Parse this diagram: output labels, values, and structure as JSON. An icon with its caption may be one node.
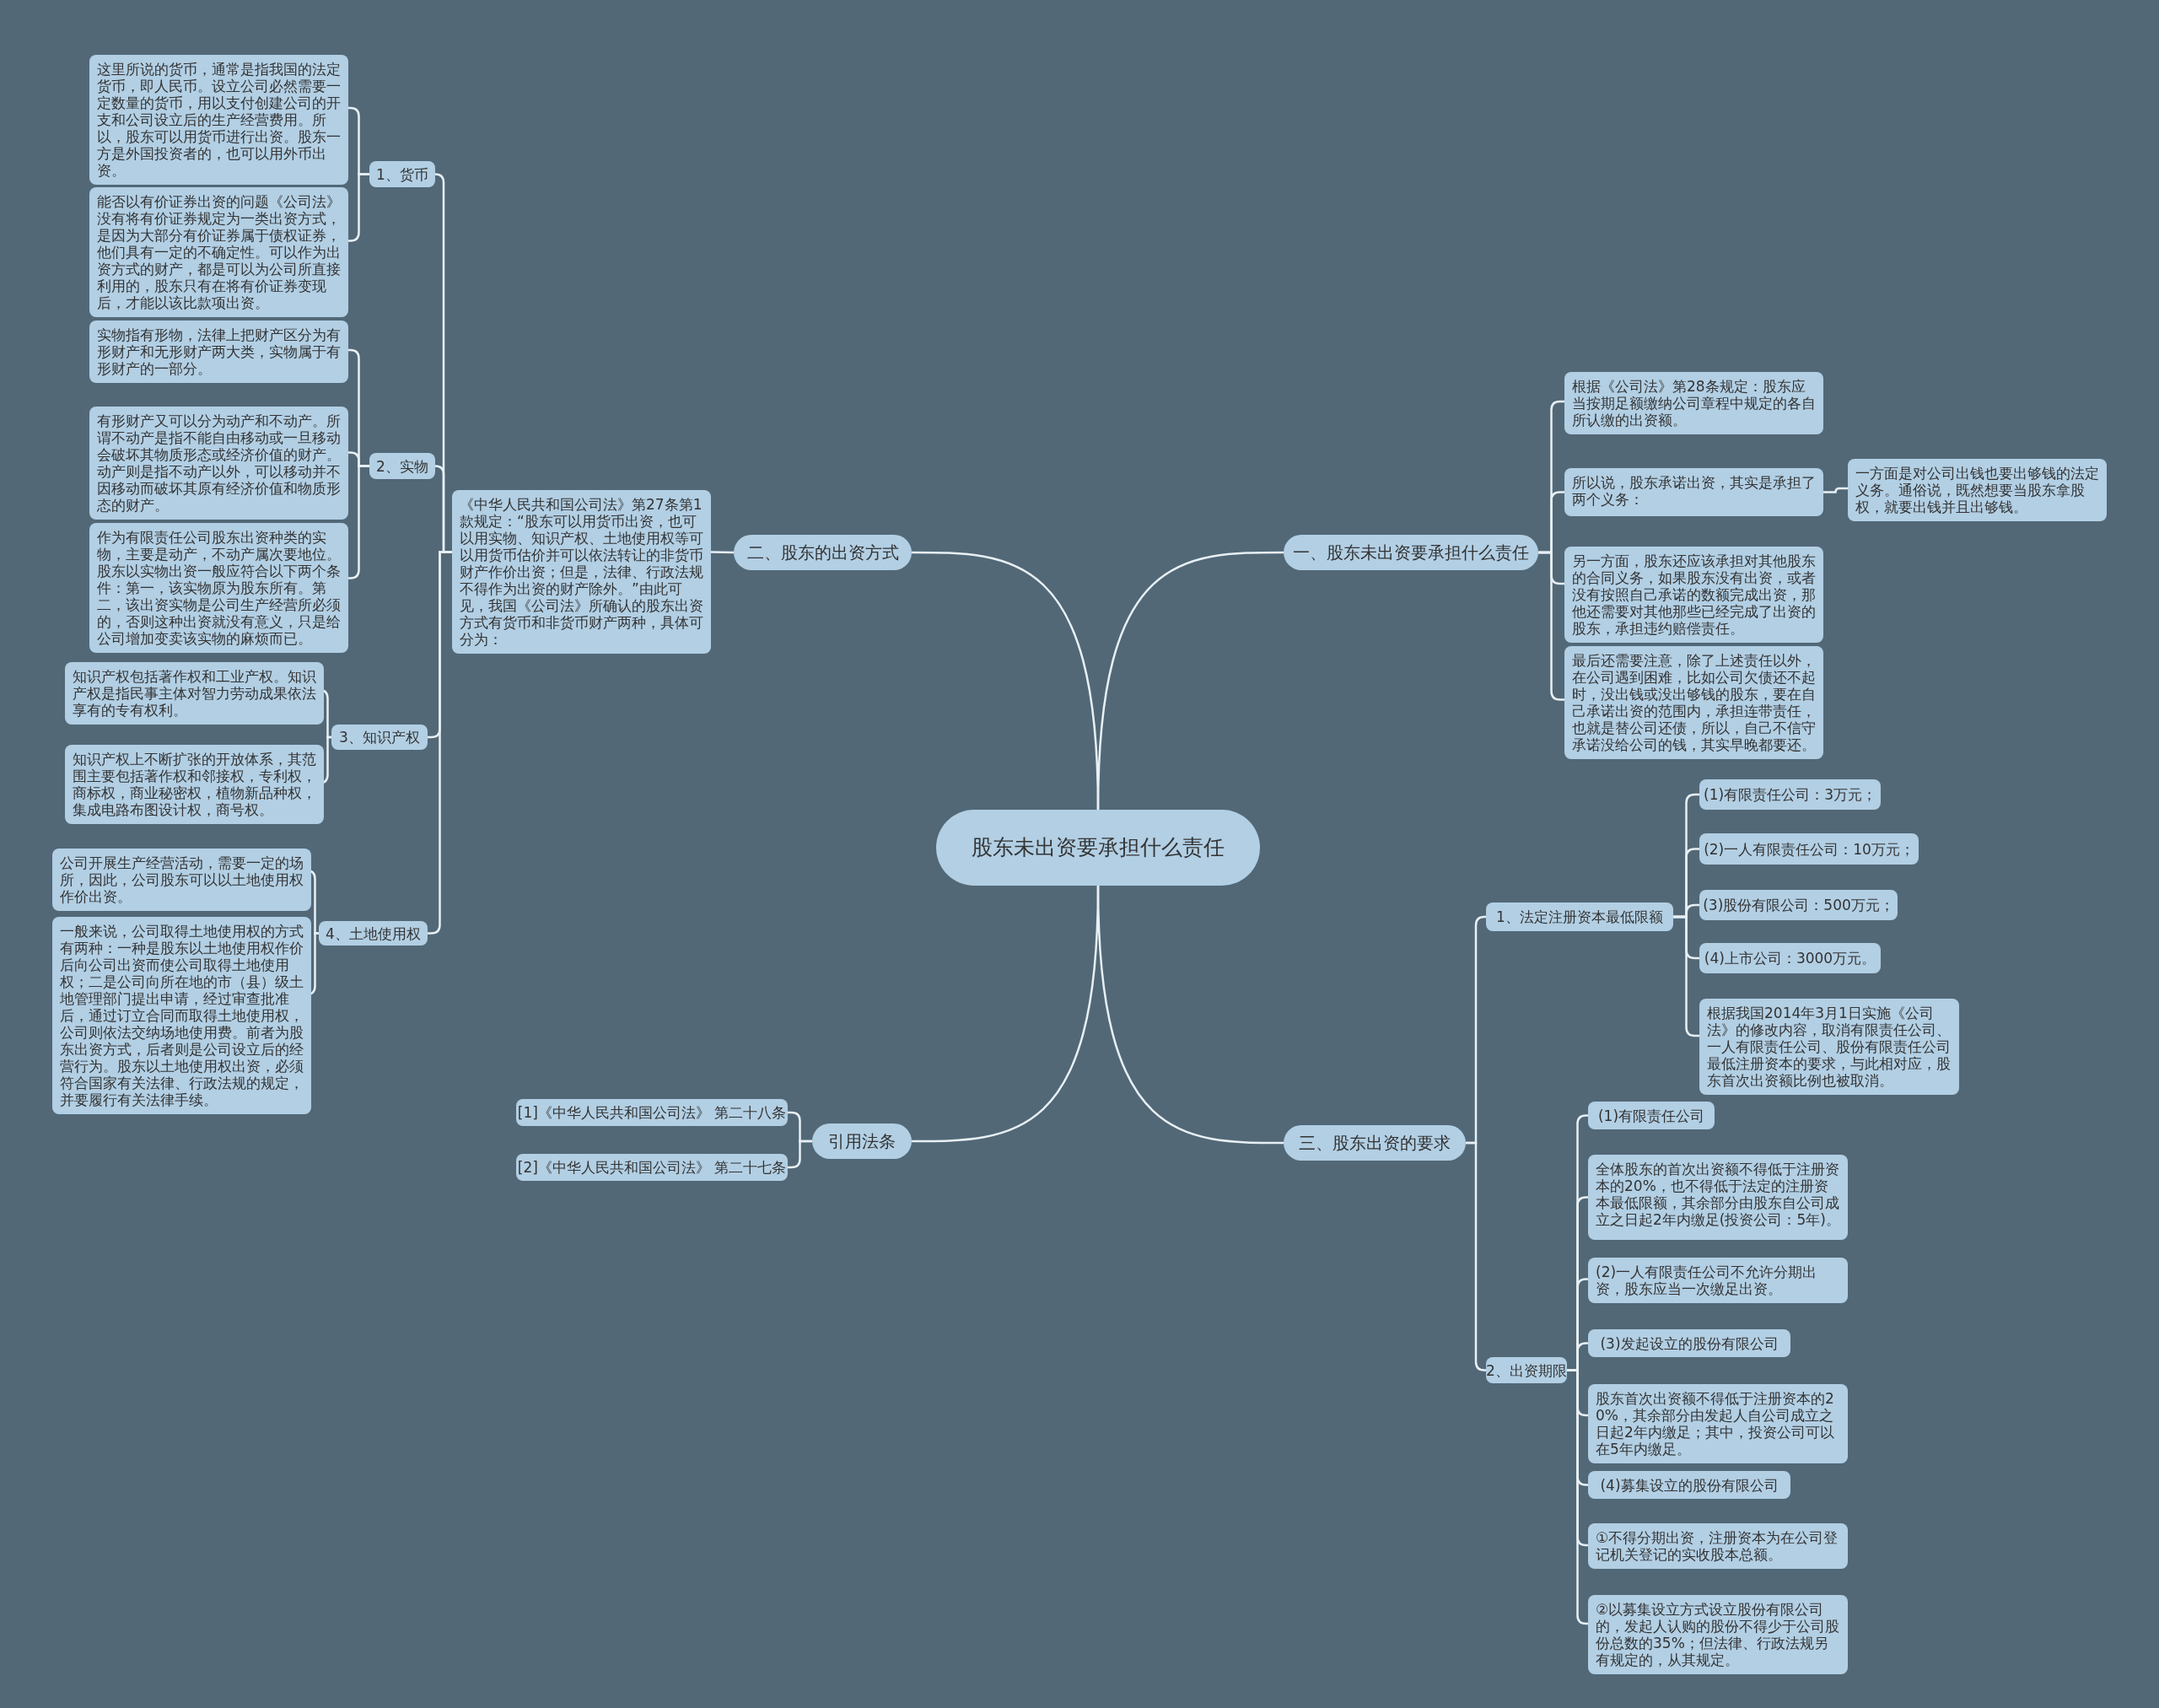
{
  "diagram": {
    "nodes": [
      {
        "text": [
          "股东未出资要承担什么责任"
        ]
      },
      {
        "text": [
          "二、股东的出资方式"
        ]
      },
      {
        "text": [
          "《中华人民共和国公司法》第27条第1款规定：“股东可以用货币出资，也可以用实物、知识产权、土地使用权等可以用货币估价并可以依法转让的非货币财产作价出资；但是，法律、行政法规不得作为出资的财产除外。”由此可见，我国《公司法》所确认的股东出资方式有货币和非货币财产两种，具体可分为："
        ]
      },
      {
        "text": [
          "1、货币"
        ]
      },
      {
        "text": [
          "这里所说的货币，通常是指我国的法定货币，即人民币。设立公司必然需要一定数量的货币，用以支付创建公司的开支和公司设立后的生产经营费用。所以，股东可以用货币进行出资。股东一方是外国投资者的，也可以用外币出资。"
        ]
      },
      {
        "text": [
          "能否以有价证券出资的问题《公司法》没有将有价证券规定为一类出资方式，是因为大部分有价证券属于债权证券，他们具有一定的不确定性。可以作为出资方式的财产，都是可以为公司所直接利用的，股东只有在将有价证券变现后，才能以该比款项出资。"
        ]
      },
      {
        "text": [
          "2、实物"
        ]
      },
      {
        "text": [
          "实物指有形物，法律上把财产区分为有形财产和无形财产两大类，实物属于有形财产的一部分。"
        ]
      },
      {
        "text": [
          "有形财产又可以分为动产和不动产。所谓不动产是指不能自由移动或一旦移动会破坏其物质形态或经济价值的财产。动产则是指不动产以外，可以移动并不因移动而破坏其原有经济价值和物质形态的财产。"
        ]
      },
      {
        "text": [
          "作为有限责任公司股东出资种类的实物，主要是动产，不动产属次要地位。股东以实物出资一般应符合以下两个条件：第一，该实物原为股东所有。第二，该出资实物是公司生产经营所必须的，否则这种出资就没有意义，只是给公司增加变卖该实物的麻烦而已。"
        ]
      },
      {
        "text": [
          "3、知识产权"
        ]
      },
      {
        "text": [
          "知识产权包括著作权和工业产权。知识产权是指民事主体对智力劳动成果依法享有的专有权利。"
        ]
      },
      {
        "text": [
          "知识产权上不断扩张的开放体系，其范围主要包括著作权和邻接权，专利权，商标权，商业秘密权，植物新品种权，集成电路布图设计权，商号权。"
        ]
      },
      {
        "text": [
          "4、土地使用权"
        ]
      },
      {
        "text": [
          "公司开展生产经营活动，需要一定的场所，因此，公司股东可以以土地使用权作价出资。"
        ]
      },
      {
        "text": [
          "一般来说，公司取得土地使用权的方式有两种：一种是股东以土地使用权作价后向公司出资而使公司取得土地使用权；二是公司向所在地的市（县）级土地管理部门提出申请，经过审查批准后，通过订立合同而取得土地使用权，公司则依法交纳场地使用费。前者为股东出资方式，后者则是公司设立后的经营行为。股东以土地使用权出资，必须符合国家有关法律、行政法规的规定，并要履行有关法律手续。"
        ]
      },
      {
        "text": [
          "引用法条"
        ]
      },
      {
        "text": [
          "[1]《中华人民共和国公司法》 第二十八条"
        ]
      },
      {
        "text": [
          "[2]《中华人民共和国公司法》 第二十七条"
        ]
      },
      {
        "text": [
          "一、股东未出资要承担什么责任"
        ]
      },
      {
        "text": [
          "根据《公司法》第28条规定：股东应当按期足额缴纳公司章程中规定的各自所认缴的出资额。"
        ]
      },
      {
        "text": [
          "所以说，股东承诺出资，其实是承担了两个义务："
        ]
      },
      {
        "text": [
          "一方面是对公司出钱也要出够钱的法定义务。通俗说，既然想要当股东拿股权，就要出钱并且出够钱。"
        ]
      },
      {
        "text": [
          "另一方面，股东还应该承担对其他股东的合同义务，如果股东没有出资，或者没有按照自己承诺的数额完成出资，那他还需要对其他那些已经完成了出资的股东，承担违约赔偿责任。"
        ]
      },
      {
        "text": [
          "最后还需要注意，除了上述责任以外，在公司遇到困难，比如公司欠债还不起时，没出钱或没出够钱的股东，要在自己承诺出资的范围内，承担连带责任，也就是替公司还债，所以，自己不信守承诺没给公司的钱，其实早晚都要还。"
        ]
      },
      {
        "text": [
          "三、股东出资的要求"
        ]
      },
      {
        "text": [
          "1、法定注册资本最低限额"
        ]
      },
      {
        "text": [
          "(1)有限责任公司：3万元；"
        ]
      },
      {
        "text": [
          "(2)一人有限责任公司：10万元；"
        ]
      },
      {
        "text": [
          "(3)股份有限公司：500万元；"
        ]
      },
      {
        "text": [
          "(4)上市公司：3000万元。"
        ]
      },
      {
        "text": [
          "根据我国2014年3月1日实施《公司法》的修改内容，取消有限责任公司、一人有限责任公司、股份有限责任公司最低注册资本的要求，与此相对应，股东首次出资额比例也被取消。"
        ]
      },
      {
        "text": [
          "2、出资期限"
        ]
      },
      {
        "text": [
          "(1)有限责任公司"
        ]
      },
      {
        "text": [
          "全体股东的首次出资额不得低于注册资本的20%，也不得低于法定的注册资本最低限额，其余部分由股东自公司成立之日起2年内缴足(投资公司：5年)。"
        ]
      },
      {
        "text": [
          "(2)一人有限责任公司不允许分期出资，股东应当一次缴足出资。"
        ]
      },
      {
        "text": [
          "(3)发起设立的股份有限公司"
        ]
      },
      {
        "text": [
          "股东首次出资额不得低于注册资本的20%，其余部分由发起人自公司成立之日起2年内缴足；其中，投资公司可以在5年内缴足。"
        ]
      },
      {
        "text": [
          "(4)募集设立的股份有限公司"
        ]
      },
      {
        "text": [
          "①不得分期出资，注册资本为在公司登记机关登记的实收股本总额。"
        ]
      },
      {
        "text": [
          "②以募集设立方式设立股份有限公司的，发起人认购的股份不得少于公司股份总数的35%；但法律、行政法规另有规定的，从其规定。"
        ]
      }
    ],
    "edges": [
      {
        "from": 0,
        "to": 1,
        "arrow": "none"
      },
      {
        "from": 1,
        "to": 2,
        "arrow": "none"
      },
      {
        "from": 2,
        "to": 3,
        "arrow": "none"
      },
      {
        "from": 3,
        "to": 4,
        "arrow": "none"
      },
      {
        "from": 3,
        "to": 5,
        "arrow": "none"
      },
      {
        "from": 2,
        "to": 6,
        "arrow": "none"
      },
      {
        "from": 6,
        "to": 7,
        "arrow": "none"
      },
      {
        "from": 6,
        "to": 8,
        "arrow": "none"
      },
      {
        "from": 6,
        "to": 9,
        "arrow": "none"
      },
      {
        "from": 2,
        "to": 10,
        "arrow": "none"
      },
      {
        "from": 10,
        "to": 11,
        "arrow": "none"
      },
      {
        "from": 10,
        "to": 12,
        "arrow": "none"
      },
      {
        "from": 2,
        "to": 13,
        "arrow": "none"
      },
      {
        "from": 13,
        "to": 14,
        "arrow": "none"
      },
      {
        "from": 13,
        "to": 15,
        "arrow": "none"
      },
      {
        "from": 0,
        "to": 16,
        "arrow": "none"
      },
      {
        "from": 16,
        "to": 17,
        "arrow": "none"
      },
      {
        "from": 16,
        "to": 18,
        "arrow": "none"
      },
      {
        "from": 0,
        "to": 19,
        "arrow": "none"
      },
      {
        "from": 19,
        "to": 20,
        "arrow": "none"
      },
      {
        "from": 19,
        "to": 21,
        "arrow": "none"
      },
      {
        "from": 21,
        "to": 22,
        "arrow": "none"
      },
      {
        "from": 19,
        "to": 23,
        "arrow": "none"
      },
      {
        "from": 19,
        "to": 24,
        "arrow": "none"
      },
      {
        "from": 0,
        "to": 25,
        "arrow": "none"
      },
      {
        "from": 25,
        "to": 26,
        "arrow": "none"
      },
      {
        "from": 26,
        "to": 27,
        "arrow": "none"
      },
      {
        "from": 26,
        "to": 28,
        "arrow": "none"
      },
      {
        "from": 26,
        "to": 29,
        "arrow": "none"
      },
      {
        "from": 26,
        "to": 30,
        "arrow": "none"
      },
      {
        "from": 26,
        "to": 31,
        "arrow": "none"
      },
      {
        "from": 25,
        "to": 32,
        "arrow": "none"
      },
      {
        "from": 32,
        "to": 33,
        "arrow": "none"
      },
      {
        "from": 32,
        "to": 34,
        "arrow": "none"
      },
      {
        "from": 32,
        "to": 35,
        "arrow": "none"
      },
      {
        "from": 32,
        "to": 36,
        "arrow": "none"
      },
      {
        "from": 32,
        "to": 37,
        "arrow": "none"
      },
      {
        "from": 32,
        "to": 38,
        "arrow": "none"
      },
      {
        "from": 32,
        "to": 39,
        "arrow": "none"
      },
      {
        "from": 32,
        "to": 40,
        "arrow": "none"
      }
    ]
  }
}
